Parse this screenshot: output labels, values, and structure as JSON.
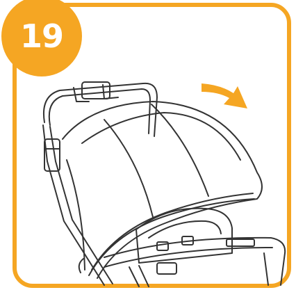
{
  "step": {
    "number": "19"
  },
  "colors": {
    "accent": "#F5A623",
    "line": "#333333",
    "background": "#FFFFFF",
    "badge_text": "#FFFFFF"
  },
  "illustration": {
    "subject": "stroller-with-canopy",
    "action_arrow": "curved-arrow-right-down"
  }
}
